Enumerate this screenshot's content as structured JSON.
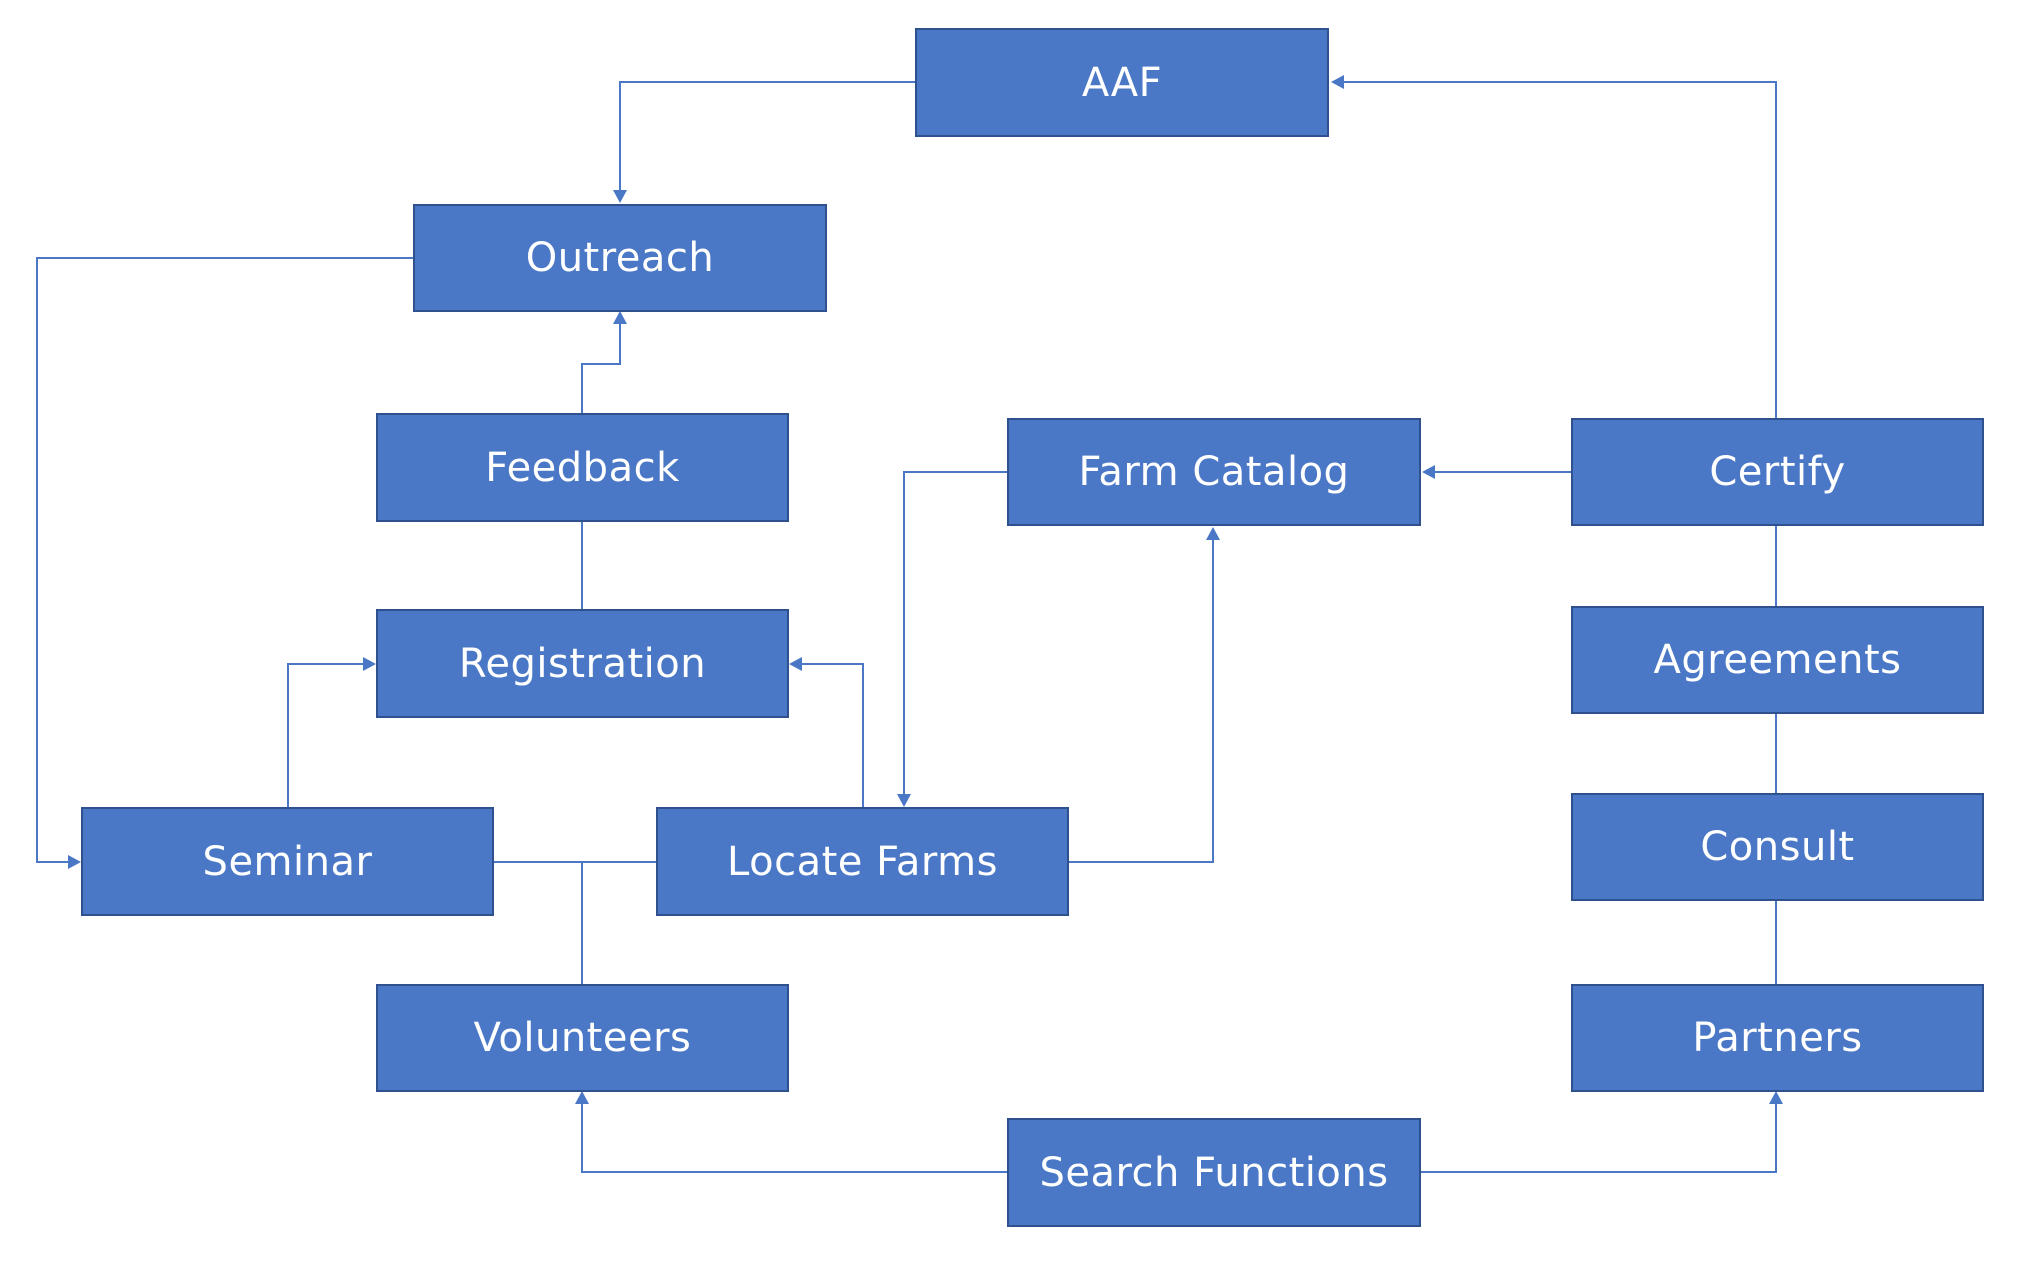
{
  "nodes": {
    "aaf": "AAF",
    "outreach": "Outreach",
    "feedback": "Feedback",
    "registration": "Registration",
    "seminar": "Seminar",
    "locate_farms": "Locate Farms",
    "volunteers": "Volunteers",
    "farm_catalog": "Farm Catalog",
    "certify": "Certify",
    "agreements": "Agreements",
    "consult": "Consult",
    "partners": "Partners",
    "search_functions": "Search Functions"
  },
  "connections": [
    {
      "from": "AAF",
      "to": "Outreach",
      "arrow": true
    },
    {
      "from": "Certify",
      "to": "AAF",
      "arrow": true
    },
    {
      "from": "Feedback",
      "to": "Outreach",
      "arrow": true
    },
    {
      "from": "Registration",
      "to": "Feedback",
      "arrow": false
    },
    {
      "from": "Outreach",
      "to": "Seminar",
      "arrow": true
    },
    {
      "from": "Seminar",
      "to": "Registration",
      "arrow": true
    },
    {
      "from": "Locate Farms",
      "to": "Registration",
      "arrow": true
    },
    {
      "from": "Farm Catalog",
      "to": "Locate Farms",
      "arrow": true
    },
    {
      "from": "Locate Farms",
      "to": "Farm Catalog",
      "arrow": true
    },
    {
      "from": "Certify",
      "to": "Farm Catalog",
      "arrow": true
    },
    {
      "from": "Seminar",
      "to": "Locate Farms",
      "arrow": false
    },
    {
      "from": "Volunteers",
      "to": "Seminar",
      "arrow": false
    },
    {
      "from": "Certify",
      "to": "Agreements",
      "arrow": false
    },
    {
      "from": "Agreements",
      "to": "Consult",
      "arrow": false
    },
    {
      "from": "Consult",
      "to": "Partners",
      "arrow": false
    },
    {
      "from": "Search Functions",
      "to": "Volunteers",
      "arrow": true
    },
    {
      "from": "Search Functions",
      "to": "Partners",
      "arrow": true
    }
  ],
  "colors": {
    "node_fill": "#4a78c6",
    "node_border": "#2f528f",
    "text": "#ffffff",
    "line": "#4a78c6"
  }
}
